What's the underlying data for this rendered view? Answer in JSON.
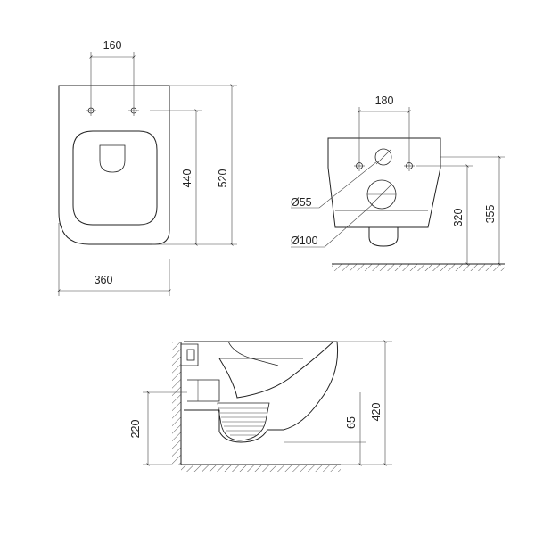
{
  "views": {
    "top": {
      "dimensions": {
        "hole_spacing": "160",
        "inner_length": "440",
        "overall_length": "520",
        "width": "360"
      }
    },
    "rear": {
      "dimensions": {
        "hole_spacing": "180",
        "small_diameter": "Ø55",
        "large_diameter": "Ø100",
        "hole_height": "320",
        "total_height": "355"
      }
    },
    "side": {
      "dimensions": {
        "outlet_height": "220",
        "outlet_offset": "65",
        "height": "420"
      }
    }
  },
  "colors": {
    "line": "#222222",
    "background": "#ffffff"
  }
}
